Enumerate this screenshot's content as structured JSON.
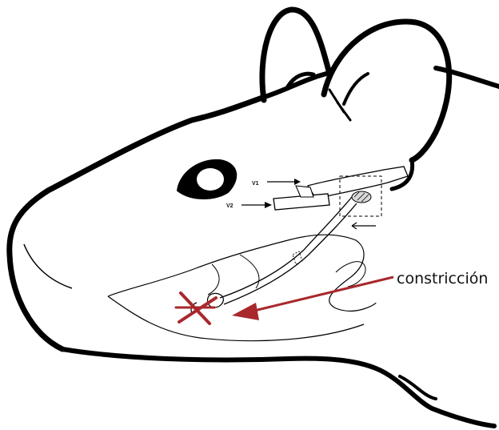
{
  "labels": {
    "v1": "V1",
    "v2": "V2",
    "constriction": "constricción"
  },
  "colors": {
    "outline": "#000000",
    "accent": "#a8282c",
    "background": "#ffffff"
  }
}
